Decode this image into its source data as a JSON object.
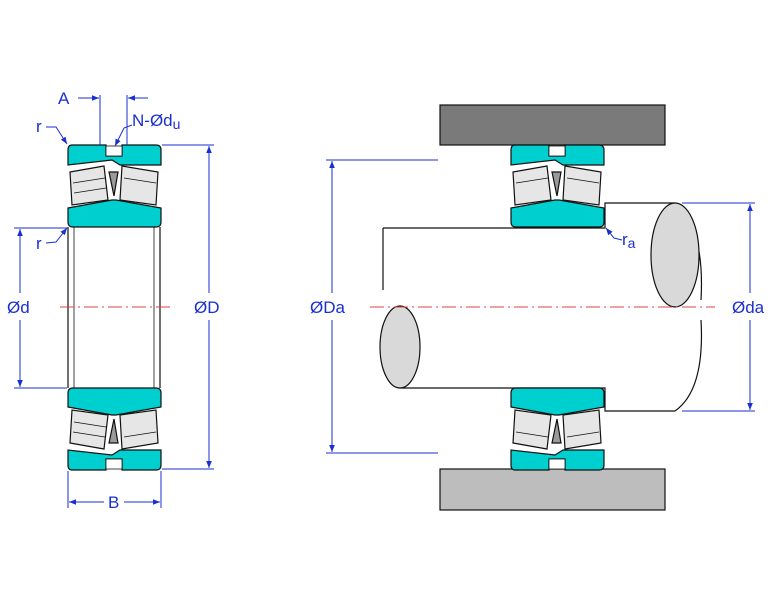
{
  "labels": {
    "A": "A",
    "r_top": "r",
    "r_bore": "r",
    "n_dia": "N-Ød",
    "n_dia_sub": "u",
    "d": "Ød",
    "D": "ØD",
    "B": "B",
    "Da": "ØDa",
    "da": "Øda",
    "ra": "r",
    "ra_sub": "a"
  },
  "colors": {
    "ring": "#00cfcf",
    "roller": "#e6e6e6",
    "shaft_end": "#d9d9d9",
    "housing_dark": "#7a7a7a",
    "housing_light": "#bdbdbd",
    "dimension": "#1a2fd0",
    "centerline": "#e04040",
    "outline": "#111111"
  }
}
